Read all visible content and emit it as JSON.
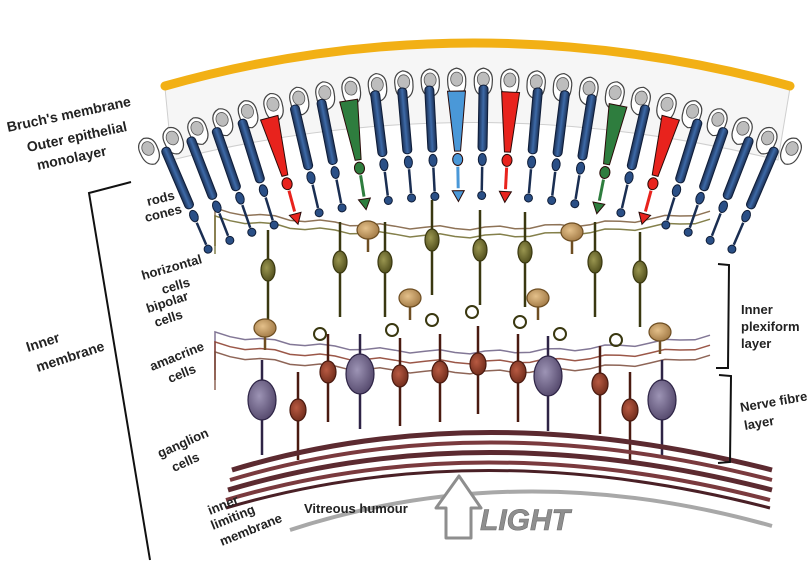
{
  "colors": {
    "bruch_membrane": "#f2b015",
    "rod_blue": "#2a4f86",
    "rod_dark": "#1a2e52",
    "cone_red": "#e8231d",
    "cone_green": "#2e7d3e",
    "cone_lightblue": "#4a98d8",
    "horizontal_olive": "#6e6a2c",
    "bipolar_olive": "#5d5b22",
    "amacrine_tan": "#c79c62",
    "ganglion_purple": "#6c5f84",
    "ganglion_brown": "#8a3a28",
    "nerve_fibre": "#5c2a30",
    "inner_limiting": "#9a9a9a",
    "light_arrow": "#9b9b9b"
  },
  "labels": {
    "bruch": "Bruch's membrane",
    "outer_epithelial_1": "Outer epithelial",
    "outer_epithelial_2": "monolayer",
    "inner_membrane_1": "Inner",
    "inner_membrane_2": "membrane",
    "rods": "rods",
    "cones": "cones",
    "horizontal_1": "horizontal",
    "horizontal_2": "cells",
    "bipolar_1": "bipolar",
    "bipolar_2": "cells",
    "amacrine_1": "amacrine",
    "amacrine_2": "cells",
    "ganglion_1": "ganglion",
    "ganglion_2": "cells",
    "inner_limiting_1": "inner",
    "inner_limiting_2": "limiting",
    "inner_limiting_3": "membrane",
    "vitreous": "Vitreous humour",
    "light": "LIGHT",
    "inner_plexiform_1": "Inner",
    "inner_plexiform_2": "plexiform",
    "inner_plexiform_3": "layer",
    "nerve_fibre_1": "Nerve fibre",
    "nerve_fibre_2": "layer"
  },
  "photoreceptors": [
    "rod",
    "rod",
    "rod",
    "rod",
    "cone_red",
    "rod",
    "rod",
    "cone_green",
    "rod",
    "rod",
    "rod",
    "cone_lightblue",
    "rod",
    "cone_red",
    "rod",
    "rod",
    "rod",
    "cone_green",
    "rod",
    "cone_red",
    "rod",
    "rod",
    "rod",
    "rod"
  ]
}
